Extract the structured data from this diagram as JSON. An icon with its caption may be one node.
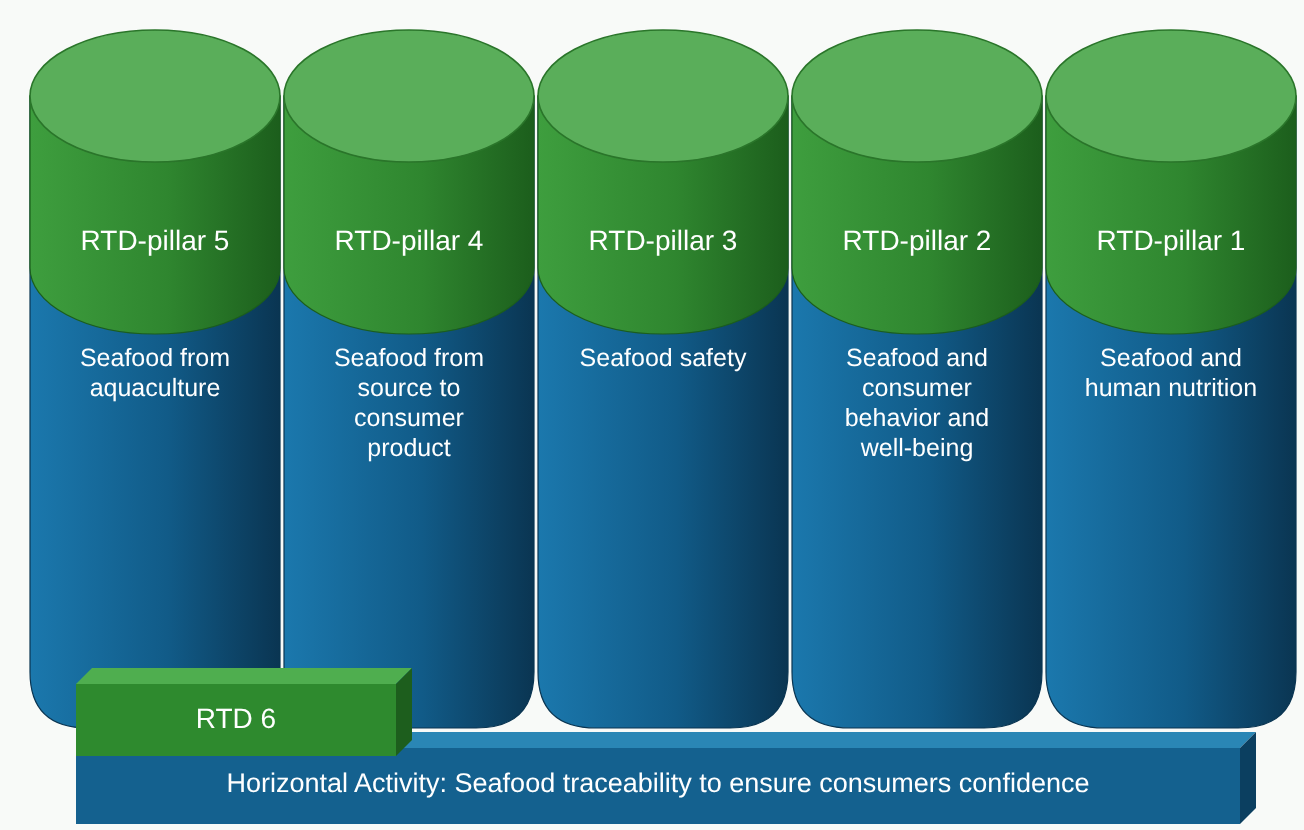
{
  "diagram": {
    "nodes": [
      {
        "text": [
          "RTD-pillar 5",
          "Seafood from aquaculture"
        ]
      },
      {
        "text": [
          "RTD-pillar 4",
          "Seafood from source to consumer product"
        ]
      },
      {
        "text": [
          "RTD-pillar 3",
          "Seafood safety"
        ]
      },
      {
        "text": [
          "RTD-pillar 2",
          "Seafood and consumer behavior and well-being"
        ]
      },
      {
        "text": [
          "RTD-pillar 1",
          "Seafood and human nutrition"
        ]
      },
      {
        "text": [
          "RTD 6"
        ]
      },
      {
        "text": [
          "Horizontal Activity: Seafood traceability to ensure consumers confidence"
        ]
      }
    ]
  }
}
